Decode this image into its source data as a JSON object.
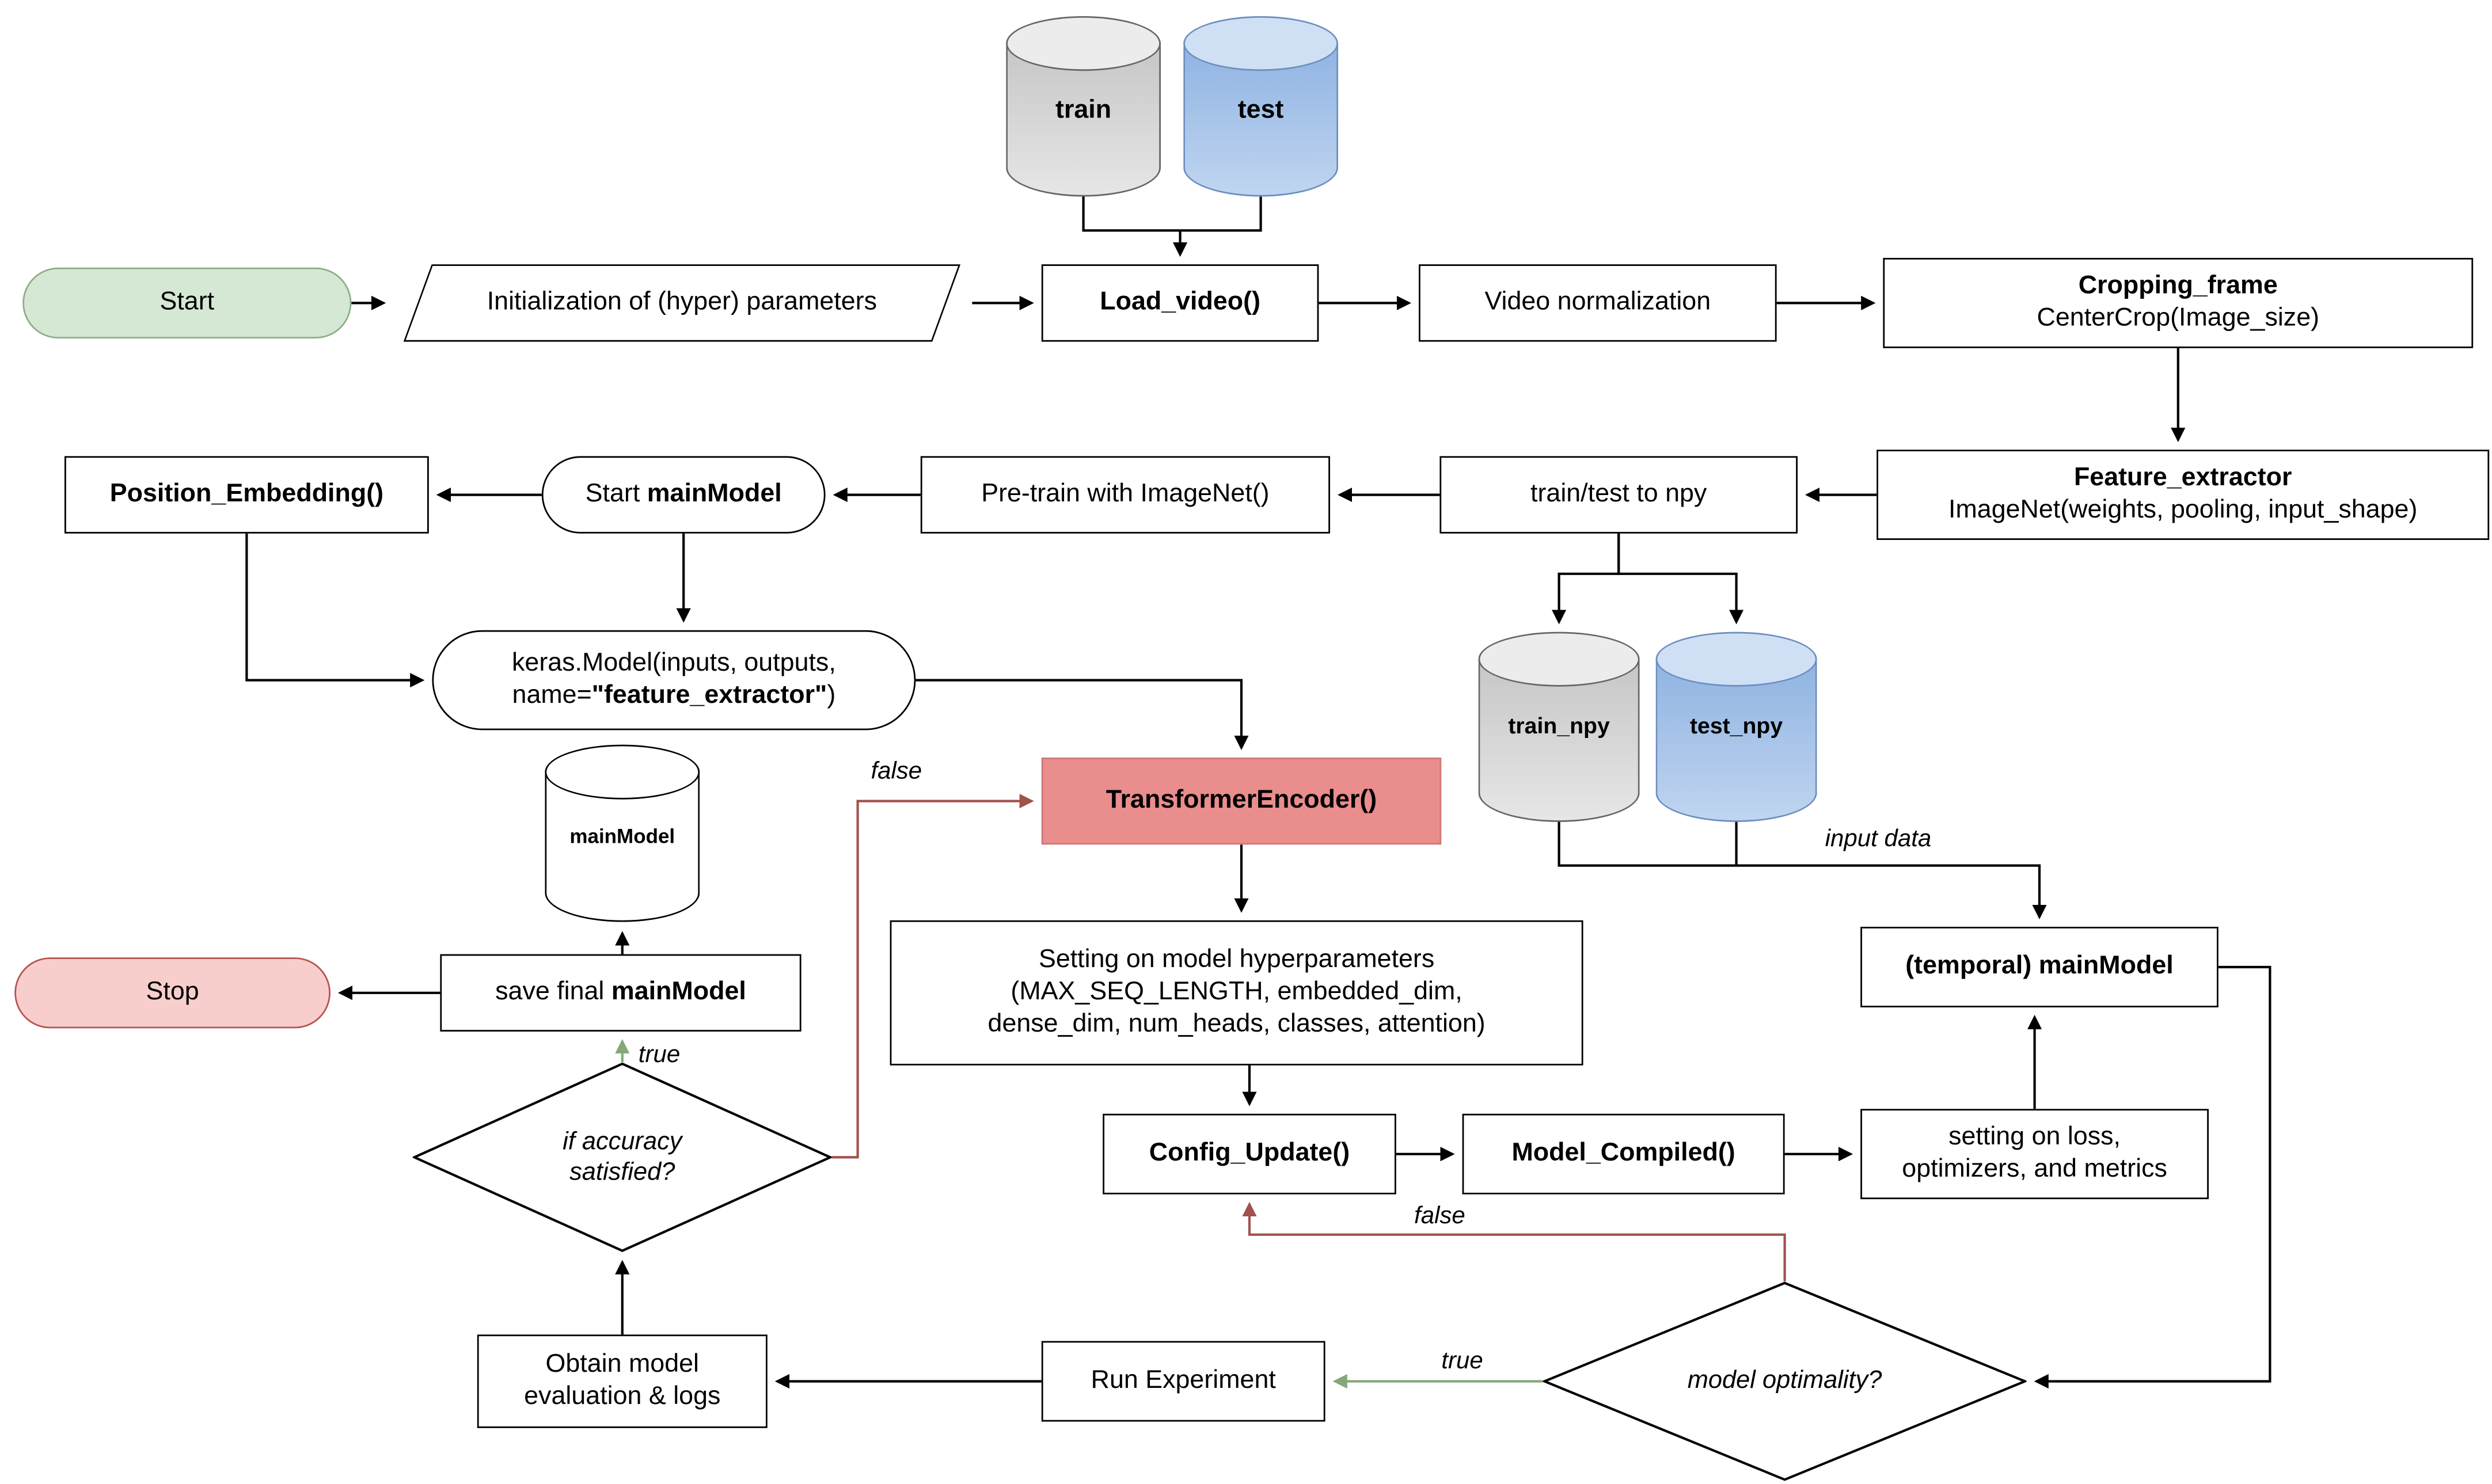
{
  "nodes": {
    "start": "Start",
    "init_params": "Initialization of (hyper) parameters",
    "load_video": "Load_video()",
    "video_normalization": "Video normalization",
    "cropping_frame_title": "Cropping_frame",
    "cropping_frame_sub": "CenterCrop(Image_size)",
    "feature_extractor_title": "Feature_extractor",
    "feature_extractor_sub": "ImageNet(weights, pooling, input_shape)",
    "train_test_to_npy": "train/test to npy",
    "pretrain_imagenet": "Pre-train with ImageNet()",
    "start_mainmodel_prefix": "Start ",
    "start_mainmodel_bold": "mainModel",
    "position_embedding": "Position_Embedding()",
    "keras_model_line1": "keras.Model(inputs, outputs,",
    "keras_model_line2_prefix": "name=",
    "keras_model_line2_bold": "\"feature_extractor\"",
    "keras_model_line2_suffix": ")",
    "transformer_encoder": "TransformerEncoder()",
    "hyperparams_line1": "Setting on model hyperparameters",
    "hyperparams_line2": "(MAX_SEQ_LENGTH, embedded_dim,",
    "hyperparams_line3": "dense_dim, num_heads, classes, attention)",
    "config_update": "Config_Update()",
    "model_compiled": "Model_Compiled()",
    "loss_settings_line1": "setting on loss,",
    "loss_settings_line2": "optimizers, and metrics",
    "temporal_mainmodel": "(temporal) mainModel",
    "model_optimality": "model optimality?",
    "run_experiment": "Run Experiment",
    "obtain_eval_line1": "Obtain model",
    "obtain_eval_line2": "evaluation & logs",
    "accuracy_line1": "if accuracy",
    "accuracy_line2": "satisfied?",
    "save_final_prefix": "save final ",
    "save_final_bold": "mainModel",
    "stop": "Stop"
  },
  "cylinders": {
    "train": "train",
    "test": "test",
    "train_npy": "train_npy",
    "test_npy": "test_npy",
    "main_model": "mainModel"
  },
  "edge_labels": {
    "false_to_transformer": "false",
    "true_to_save": "true",
    "input_data": "input data",
    "false_to_config": "false",
    "true_to_run": "true"
  },
  "colors": {
    "start_fill": "#d5e8d4",
    "stop_fill": "#f8cecc",
    "transformer_fill": "#e98d8d",
    "gray_cylinder": "#d9d9d9",
    "blue_cylinder": "#a9c4e8",
    "true_arrow": "#84a877",
    "false_arrow": "#a0524d",
    "line": "#000000"
  }
}
